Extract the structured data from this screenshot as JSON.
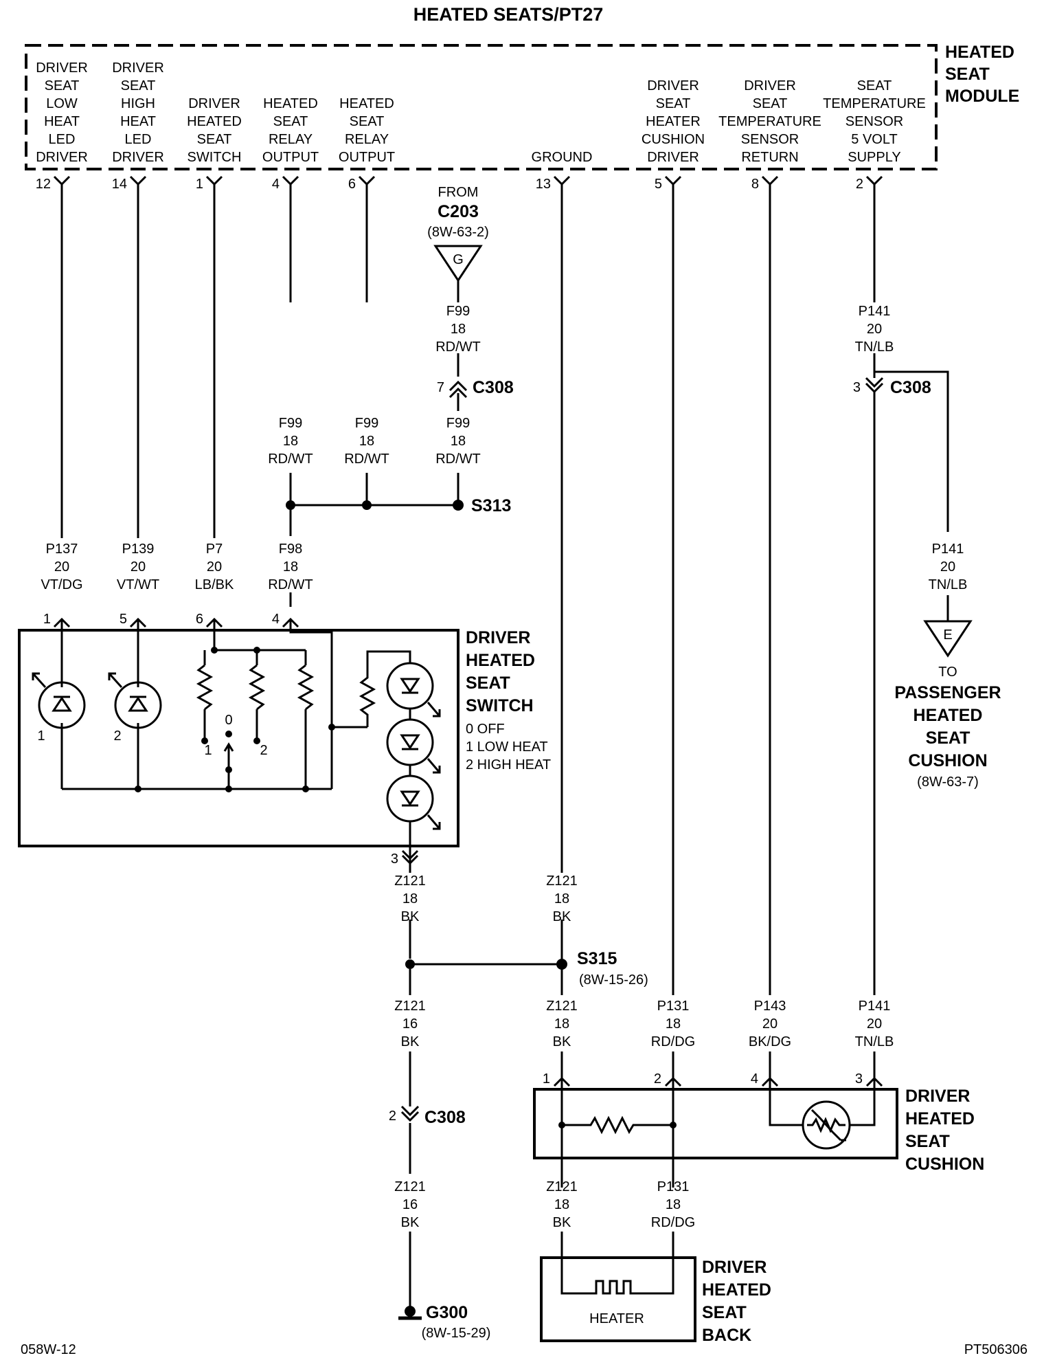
{
  "title": "HEATED SEATS/PT27",
  "footer": {
    "left": "058W-12",
    "right": "PT506306"
  },
  "module": {
    "name": [
      "HEATED",
      "SEAT",
      "MODULE"
    ],
    "pins": [
      {
        "pin": "12",
        "label": [
          "DRIVER",
          "SEAT",
          "LOW",
          "HEAT",
          "LED",
          "DRIVER"
        ]
      },
      {
        "pin": "14",
        "label": [
          "DRIVER",
          "SEAT",
          "HIGH",
          "HEAT",
          "LED",
          "DRIVER"
        ]
      },
      {
        "pin": "1",
        "label": [
          "DRIVER",
          "HEATED",
          "SEAT",
          "SWITCH"
        ]
      },
      {
        "pin": "4",
        "label": [
          "HEATED",
          "SEAT",
          "RELAY",
          "OUTPUT"
        ]
      },
      {
        "pin": "6",
        "label": [
          "HEATED",
          "SEAT",
          "RELAY",
          "OUTPUT"
        ]
      },
      {
        "pin": "13",
        "label": [
          "GROUND"
        ]
      },
      {
        "pin": "5",
        "label": [
          "DRIVER",
          "SEAT",
          "HEATER",
          "CUSHION",
          "DRIVER"
        ]
      },
      {
        "pin": "8",
        "label": [
          "DRIVER",
          "SEAT",
          "TEMPERATURE",
          "SENSOR",
          "RETURN"
        ]
      },
      {
        "pin": "2",
        "label": [
          "SEAT",
          "TEMPERATURE",
          "SENSOR",
          "5 VOLT",
          "SUPPLY"
        ]
      }
    ]
  },
  "from_c203": {
    "from": "FROM",
    "conn": "C203",
    "ref": "(8W-63-2)",
    "letter": "G"
  },
  "c308": "C308",
  "c308_pins": {
    "f99": "7",
    "p141": "3",
    "z121": "2"
  },
  "s313": "S313",
  "s315": {
    "name": "S315",
    "ref": "(8W-15-26)"
  },
  "g300": {
    "name": "G300",
    "ref": "(8W-15-29)"
  },
  "wires": {
    "f99_top": [
      "F99",
      "18",
      "RD/WT"
    ],
    "f99_a": [
      "F99",
      "18",
      "RD/WT"
    ],
    "f99_b": [
      "F99",
      "18",
      "RD/WT"
    ],
    "f99_c": [
      "F99",
      "18",
      "RD/WT"
    ],
    "p137": [
      "P137",
      "20",
      "VT/DG"
    ],
    "p139": [
      "P139",
      "20",
      "VT/WT"
    ],
    "p7": [
      "P7",
      "20",
      "LB/BK"
    ],
    "f98": [
      "F98",
      "18",
      "RD/WT"
    ],
    "p141_top": [
      "P141",
      "20",
      "TN/LB"
    ],
    "p141_mid": [
      "P141",
      "20",
      "TN/LB"
    ],
    "z121_sw": [
      "Z121",
      "18",
      "BK"
    ],
    "z121_gnd": [
      "Z121",
      "18",
      "BK"
    ],
    "z121_low": [
      "Z121",
      "16",
      "BK"
    ],
    "z121_gnd2": [
      "Z121",
      "18",
      "BK"
    ],
    "p131": [
      "P131",
      "18",
      "RD/DG"
    ],
    "p143": [
      "P143",
      "20",
      "BK/DG"
    ],
    "p141_low": [
      "P141",
      "20",
      "TN/LB"
    ],
    "z121_g300": [
      "Z121",
      "16",
      "BK"
    ],
    "z121_back": [
      "Z121",
      "18",
      "BK"
    ],
    "p131_back": [
      "P131",
      "18",
      "RD/DG"
    ]
  },
  "switch": {
    "name": [
      "DRIVER",
      "HEATED",
      "SEAT",
      "SWITCH"
    ],
    "positions": [
      "0 OFF",
      "1 LOW HEAT",
      "2 HIGH HEAT"
    ],
    "pins": {
      "p137": "1",
      "p139": "5",
      "p7": "6",
      "f98": "4",
      "out": "3"
    },
    "led_nums": [
      "1",
      "2"
    ],
    "contacts": [
      "1",
      "0",
      "2"
    ]
  },
  "passenger": {
    "letter": "E",
    "to": "TO",
    "name": [
      "PASSENGER",
      "HEATED",
      "SEAT",
      "CUSHION"
    ],
    "ref": "(8W-63-7)"
  },
  "cushion": {
    "name": [
      "DRIVER",
      "HEATED",
      "SEAT",
      "CUSHION"
    ],
    "pins": [
      "1",
      "2",
      "4",
      "3"
    ]
  },
  "seat_back": {
    "name": [
      "DRIVER",
      "HEATED",
      "SEAT",
      "BACK"
    ],
    "heater": "HEATER"
  }
}
